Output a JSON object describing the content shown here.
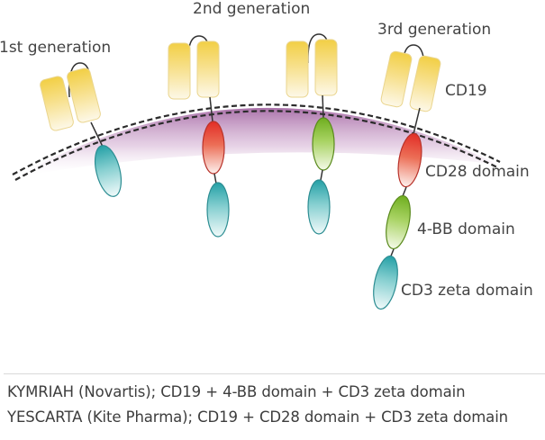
{
  "generations": [
    {
      "label": "1st generation"
    },
    {
      "label": "2nd generation"
    },
    {
      "label": "3rd generation"
    }
  ],
  "domain_labels": {
    "cd19": "CD19",
    "cd28": "CD28 domain",
    "bb4": "4-BB domain",
    "cd3": "CD3 zeta domain"
  },
  "colors": {
    "cd19": "#f3d24e",
    "cd28": "#e3342f",
    "bb4": "#7cb526",
    "cd3": "#2ea6ab",
    "membrane": "#a56aa4"
  },
  "captions": [
    "KYMRIAH (Novartis); CD19 + 4-BB domain + CD3 zeta domain",
    "YESCARTA (Kite Pharma); CD19 + CD28 domain + CD3 zeta domain"
  ]
}
